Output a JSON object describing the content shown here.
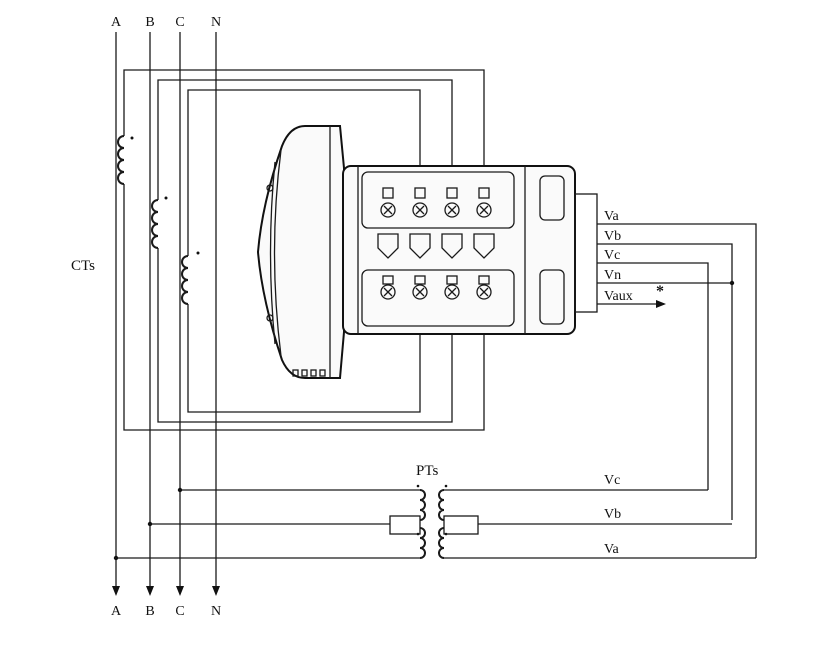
{
  "phase_labels_top": [
    "A",
    "B",
    "C",
    "N"
  ],
  "phase_labels_bottom": [
    "A",
    "B",
    "C",
    "N"
  ],
  "ct_label": "CTs",
  "pt_label": "PTs",
  "meter_voltage_labels": [
    "Va",
    "Vb",
    "Vc",
    "Vn",
    "Vaux"
  ],
  "aux_marker": "*",
  "pt_output_labels": [
    "Vc",
    "Vb",
    "Va"
  ]
}
